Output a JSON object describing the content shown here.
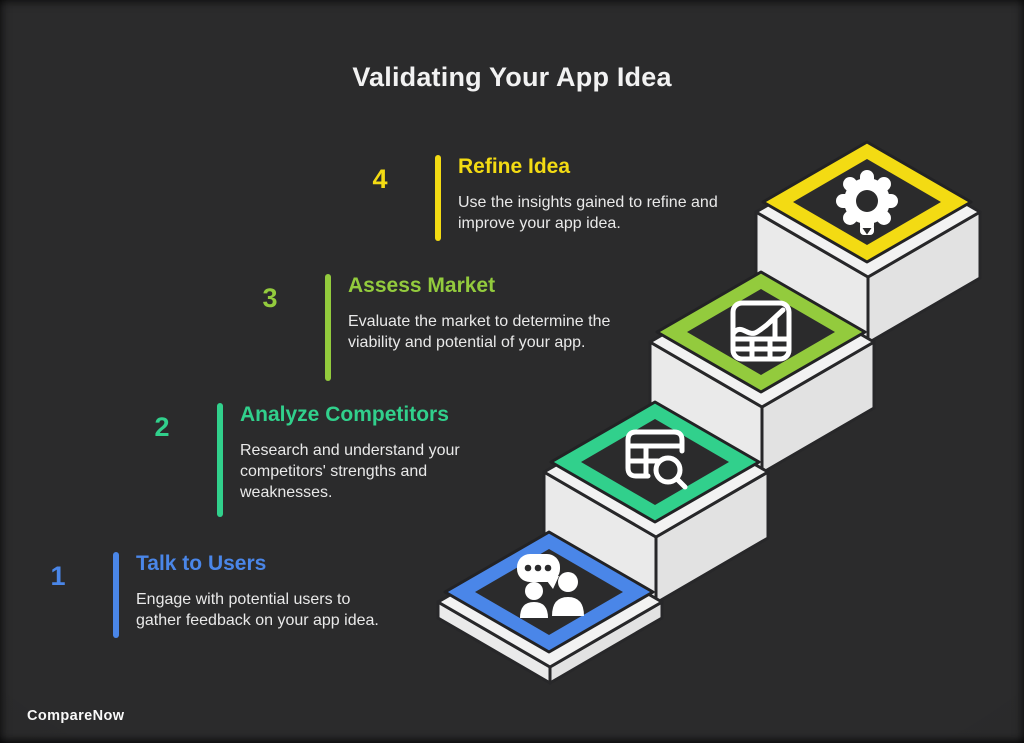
{
  "title": "Validating Your App Idea",
  "brand": "CompareNow",
  "colors": {
    "step1": "#4a86e8",
    "step2": "#31d08c",
    "step3": "#93cb3d",
    "step4": "#f3db13",
    "bg": "#2b2b2c",
    "face-top": "#f2f2f2",
    "face-left": "#eaeaea",
    "face-right": "#e2e2e2",
    "body-text": "#e9e9e9",
    "title-text": "#f2f2f2"
  },
  "steps": [
    {
      "number": "1",
      "title": "Talk to Users",
      "description": "Engage with potential users to gather feedback on your app idea.",
      "icon": "chat-users-icon",
      "color": "#4a86e8"
    },
    {
      "number": "2",
      "title": "Analyze Competitors",
      "description": "Research and understand your competitors' strengths and weaknesses.",
      "icon": "table-search-icon",
      "color": "#31d08c"
    },
    {
      "number": "3",
      "title": "Assess Market",
      "description": "Evaluate the market to determine the viability and potential of your app.",
      "icon": "combo-chart-icon",
      "color": "#93cb3d"
    },
    {
      "number": "4",
      "title": "Refine Idea",
      "description": "Use the insights gained to refine and improve your app idea.",
      "icon": "gear-icon",
      "color": "#f3db13"
    }
  ]
}
